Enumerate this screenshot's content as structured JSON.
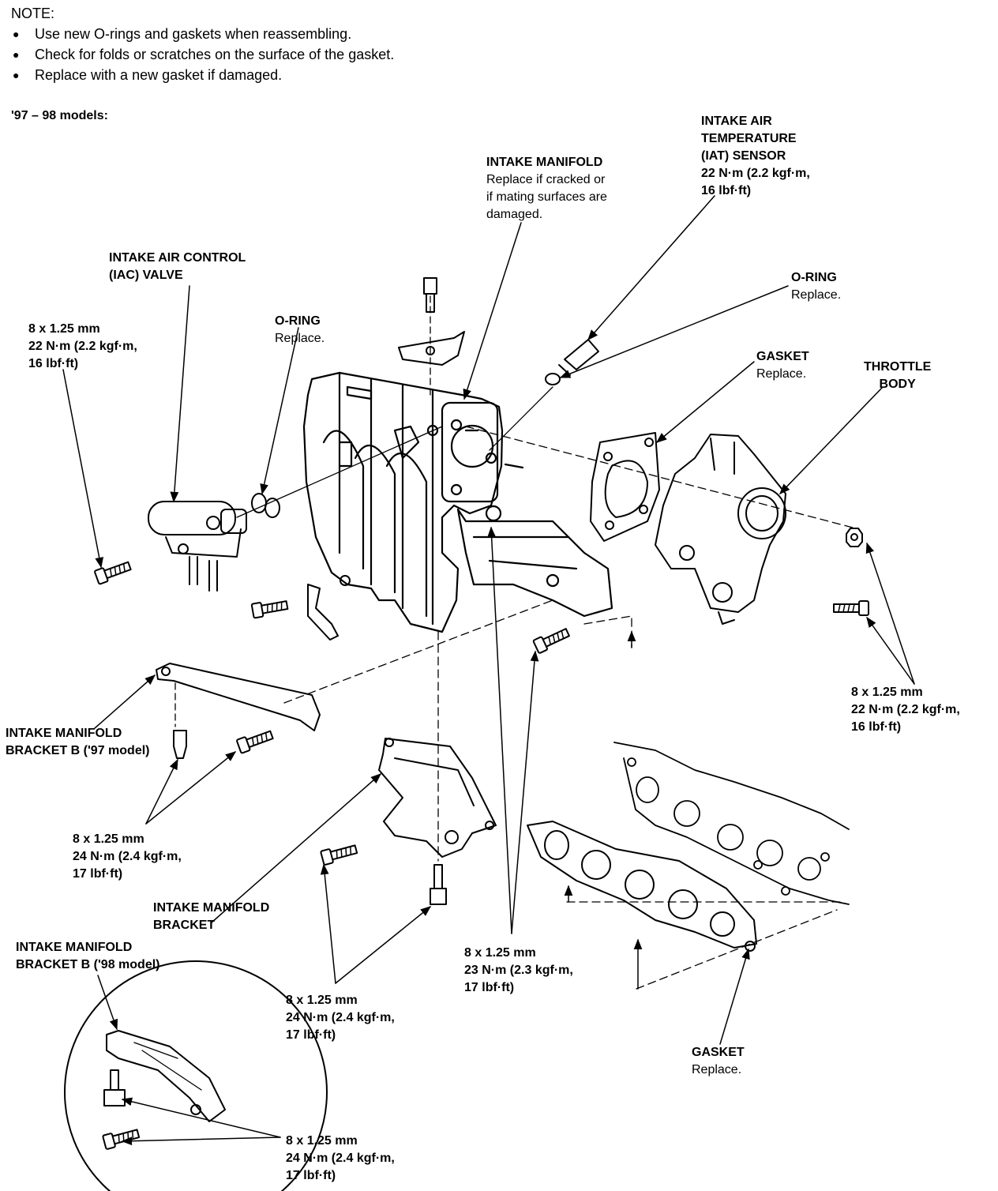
{
  "note": {
    "heading": "NOTE:",
    "items": [
      "Use new O-rings and gaskets when reassembling.",
      "Check for folds or scratches on the surface of the gasket.",
      "Replace with a new gasket if damaged."
    ]
  },
  "models_label": "'97 – 98 models:",
  "callouts": {
    "intake_manifold": {
      "title": "INTAKE MANIFOLD",
      "lines": [
        "Replace if cracked or",
        "if mating surfaces are",
        "damaged."
      ]
    },
    "iat_sensor": {
      "title_lines": [
        "INTAKE AIR",
        "TEMPERATURE",
        "(IAT) SENSOR"
      ],
      "torque_lines": [
        "22 N·m (2.2 kgf·m,",
        "16 lbf·ft)"
      ]
    },
    "iac_valve": {
      "title_lines": [
        "INTAKE AIR CONTROL",
        "(IAC) VALVE"
      ]
    },
    "iac_bolt": {
      "lines": [
        "8 x 1.25 mm",
        "22 N·m (2.2 kgf·m,",
        "16 lbf·ft)"
      ]
    },
    "oring_left": {
      "title": "O-RING",
      "desc": "Replace."
    },
    "oring_right": {
      "title": "O-RING",
      "desc": "Replace."
    },
    "gasket_tb": {
      "title": "GASKET",
      "desc": "Replace."
    },
    "throttle_body": {
      "title_lines": [
        "THROTTLE",
        "BODY"
      ]
    },
    "tb_bolts": {
      "lines": [
        "8 x 1.25 mm",
        "22 N·m (2.2 kgf·m,",
        "16 lbf·ft)"
      ]
    },
    "bracket_b97": {
      "title_lines": [
        "INTAKE MANIFOLD",
        "BRACKET B ('97 model)"
      ]
    },
    "bracket_b97_bolts": {
      "lines": [
        "8 x 1.25 mm",
        "24 N·m (2.4 kgf·m,",
        "17 lbf·ft)"
      ]
    },
    "bracket": {
      "title_lines": [
        "INTAKE MANIFOLD",
        "BRACKET"
      ]
    },
    "center_bolts": {
      "lines": [
        "8 x 1.25 mm",
        "23 N·m (2.3 kgf·m,",
        "17 lbf·ft)"
      ]
    },
    "bracket_bolts": {
      "lines": [
        "8 x 1.25 mm",
        "24 N·m (2.4 kgf·m,",
        "17 lbf·ft)"
      ]
    },
    "bracket_b98": {
      "title_lines": [
        "INTAKE MANIFOLD",
        "BRACKET B ('98 model)"
      ]
    },
    "bracket_b98_bolts": {
      "lines": [
        "8 x 1.25 mm",
        "24 N·m (2.4 kgf·m,",
        "17 lbf·ft)"
      ]
    },
    "gasket_manifold": {
      "title": "GASKET",
      "desc": "Replace."
    }
  }
}
